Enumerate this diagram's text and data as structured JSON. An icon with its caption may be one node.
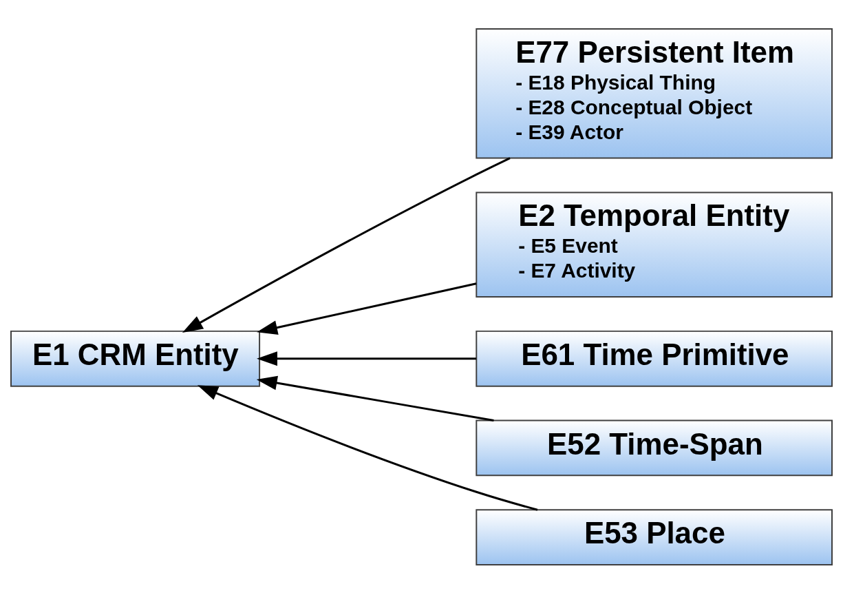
{
  "diagram": {
    "nodes": [
      {
        "text": [
          "E1 CRM Entity"
        ]
      },
      {
        "text": [
          "E77 Persistent Item",
          "- E18 Physical Thing",
          "- E28 Conceptual Object",
          "- E39 Actor"
        ]
      },
      {
        "text": [
          "E2 Temporal Entity",
          "- E5 Event",
          "- E7 Activity"
        ]
      },
      {
        "text": [
          "E61 Time Primitive"
        ]
      },
      {
        "text": [
          "E52 Time-Span"
        ]
      },
      {
        "text": [
          "E53 Place"
        ]
      }
    ],
    "edges": [
      {
        "from": 1,
        "to": 0,
        "arrow": "to"
      },
      {
        "from": 2,
        "to": 0,
        "arrow": "to"
      },
      {
        "from": 3,
        "to": 0,
        "arrow": "to"
      },
      {
        "from": 4,
        "to": 0,
        "arrow": "to"
      },
      {
        "from": 5,
        "to": 0,
        "arrow": "to"
      }
    ]
  }
}
